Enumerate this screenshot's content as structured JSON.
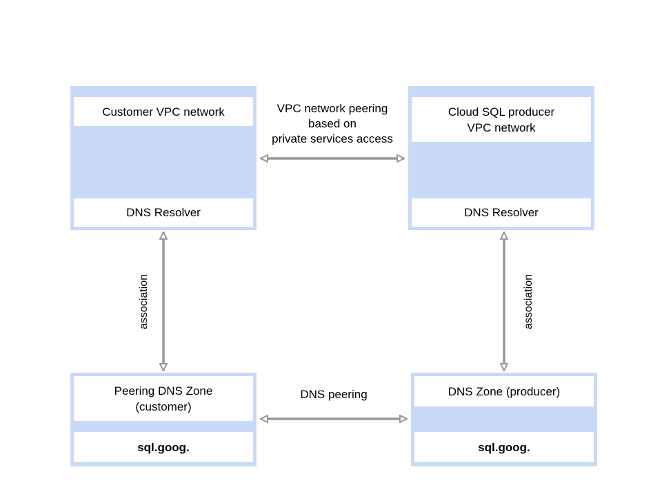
{
  "boxes": {
    "customer_vpc": {
      "title": "Customer VPC network",
      "resolver": "DNS Resolver"
    },
    "producer_vpc": {
      "title": "Cloud SQL producer\nVPC network",
      "resolver": "DNS Resolver"
    },
    "peering_zone": {
      "title": "Peering DNS Zone\n(customer)",
      "domain": "sql.goog."
    },
    "producer_zone": {
      "title": "DNS Zone (producer)",
      "domain": "sql.goog."
    }
  },
  "links": {
    "vpc_peering": "VPC network peering\nbased on\nprivate services access",
    "dns_peering": "DNS peering",
    "association_left": "association",
    "association_right": "association"
  },
  "colors": {
    "box_fill": "#c9daf8",
    "arrow": "#999999"
  }
}
